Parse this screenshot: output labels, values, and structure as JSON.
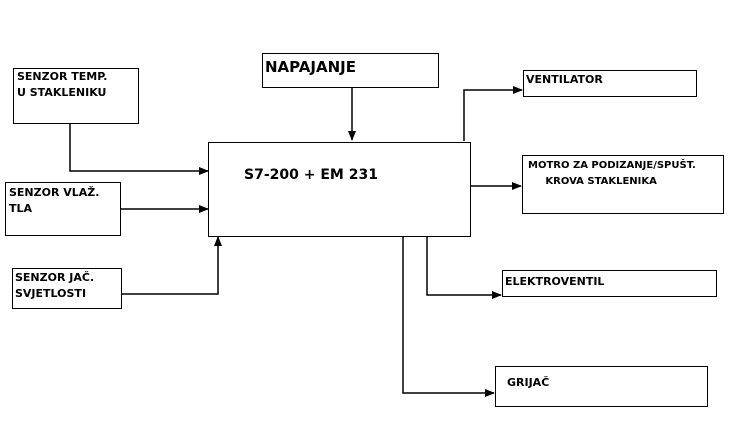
{
  "nodes": {
    "senzor_temp": {
      "label": "SENZOR TEMP.\nU STAKLENIKU"
    },
    "senzor_vlaz": {
      "label": "SENZOR VLAŽ.\nTLA"
    },
    "senzor_jac": {
      "label": "SENZOR JAČ.\nSVJETLOSTI"
    },
    "napajanje": {
      "label": "NAPAJANJE"
    },
    "plc": {
      "label": "S7-200 + EM 231"
    },
    "ventilator": {
      "label": "VENTILATOR"
    },
    "motor": {
      "label": "MOTRO ZA PODIZANJE/SPUŠT.\n     KROVA STAKLENIKA"
    },
    "elektroventil": {
      "label": "ELEKTROVENTIL"
    },
    "grijac": {
      "label": "GRIJAČ"
    }
  }
}
